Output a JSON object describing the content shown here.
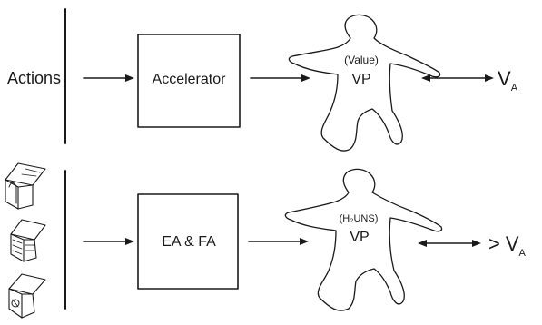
{
  "diagram": {
    "rows": [
      {
        "input_label": "Actions",
        "box_label": "Accelerator",
        "figure_top_label": "(Value)",
        "figure_main_label": "VP",
        "output_label_main": "V",
        "output_label_sub": "A",
        "output_prefix": ""
      },
      {
        "input_label": "",
        "box_label": "EA & FA",
        "figure_top_label": "(H₂UNS)",
        "figure_main_label": "VP",
        "output_label_main": "V",
        "output_label_sub": "A",
        "output_prefix": ">"
      }
    ],
    "input_icons": [
      "house-sketch-icon",
      "house-sketch-icon",
      "house-sketch-icon"
    ],
    "colors": {
      "ink": "#1a1a1a",
      "paper": "#ffffff"
    }
  }
}
